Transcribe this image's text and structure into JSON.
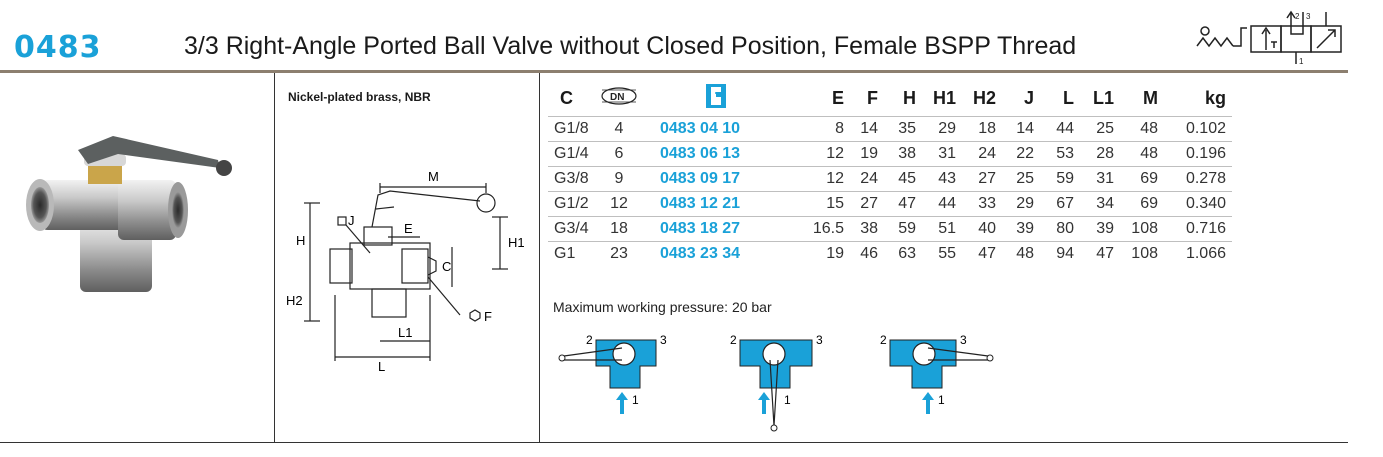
{
  "header": {
    "code": "0483",
    "title": "3/3 Right-Angle Ported Ball Valve without Closed Position, Female BSPP Thread",
    "symbol_port_labels": [
      "2",
      "3",
      "1"
    ]
  },
  "material": "Nickel-plated brass, NBR",
  "drawing_labels": {
    "M": "M",
    "J": "J",
    "E": "E",
    "H": "H",
    "H1": "H1",
    "H2": "H2",
    "C": "C",
    "L1": "L1",
    "L": "L",
    "F": "F"
  },
  "table": {
    "headers": [
      "C",
      "DN",
      "",
      "E",
      "F",
      "H",
      "H1",
      "H2",
      "J",
      "L",
      "L1",
      "M",
      "kg"
    ],
    "rows": [
      {
        "C": "G1/8",
        "DN": "4",
        "art": "0483 04 10",
        "E": "8",
        "F": "14",
        "H": "35",
        "H1": "29",
        "H2": "18",
        "J": "14",
        "L": "44",
        "L1": "25",
        "M": "48",
        "kg": "0.102"
      },
      {
        "C": "G1/4",
        "DN": "6",
        "art": "0483 06 13",
        "E": "12",
        "F": "19",
        "H": "38",
        "H1": "31",
        "H2": "24",
        "J": "22",
        "L": "53",
        "L1": "28",
        "M": "48",
        "kg": "0.196"
      },
      {
        "C": "G3/8",
        "DN": "9",
        "art": "0483 09 17",
        "E": "12",
        "F": "24",
        "H": "45",
        "H1": "43",
        "H2": "27",
        "J": "25",
        "L": "59",
        "L1": "31",
        "M": "69",
        "kg": "0.278"
      },
      {
        "C": "G1/2",
        "DN": "12",
        "art": "0483 12 21",
        "E": "15",
        "F": "27",
        "H": "47",
        "H1": "44",
        "H2": "33",
        "J": "29",
        "L": "67",
        "L1": "34",
        "M": "69",
        "kg": "0.340"
      },
      {
        "C": "G3/4",
        "DN": "18",
        "art": "0483 18 27",
        "E": "16.5",
        "F": "38",
        "H": "59",
        "H1": "51",
        "H2": "40",
        "J": "39",
        "L": "80",
        "L1": "39",
        "M": "108",
        "kg": "0.716"
      },
      {
        "C": "G1",
        "DN": "23",
        "art": "0483 23 34",
        "E": "19",
        "F": "46",
        "H": "63",
        "H1": "55",
        "H2": "47",
        "J": "48",
        "L": "94",
        "L1": "47",
        "M": "108",
        "kg": "1.066"
      }
    ]
  },
  "pressure_note": "Maximum working pressure: 20 bar",
  "position_diagrams": [
    {
      "ports": [
        "2",
        "3",
        "1"
      ]
    },
    {
      "ports": [
        "2",
        "3",
        "1"
      ]
    },
    {
      "ports": [
        "2",
        "3",
        "1"
      ]
    }
  ],
  "colors": {
    "accent": "#1aa1d8",
    "rule": "#8c7f6f",
    "valve_body": "#1aa1d8"
  }
}
